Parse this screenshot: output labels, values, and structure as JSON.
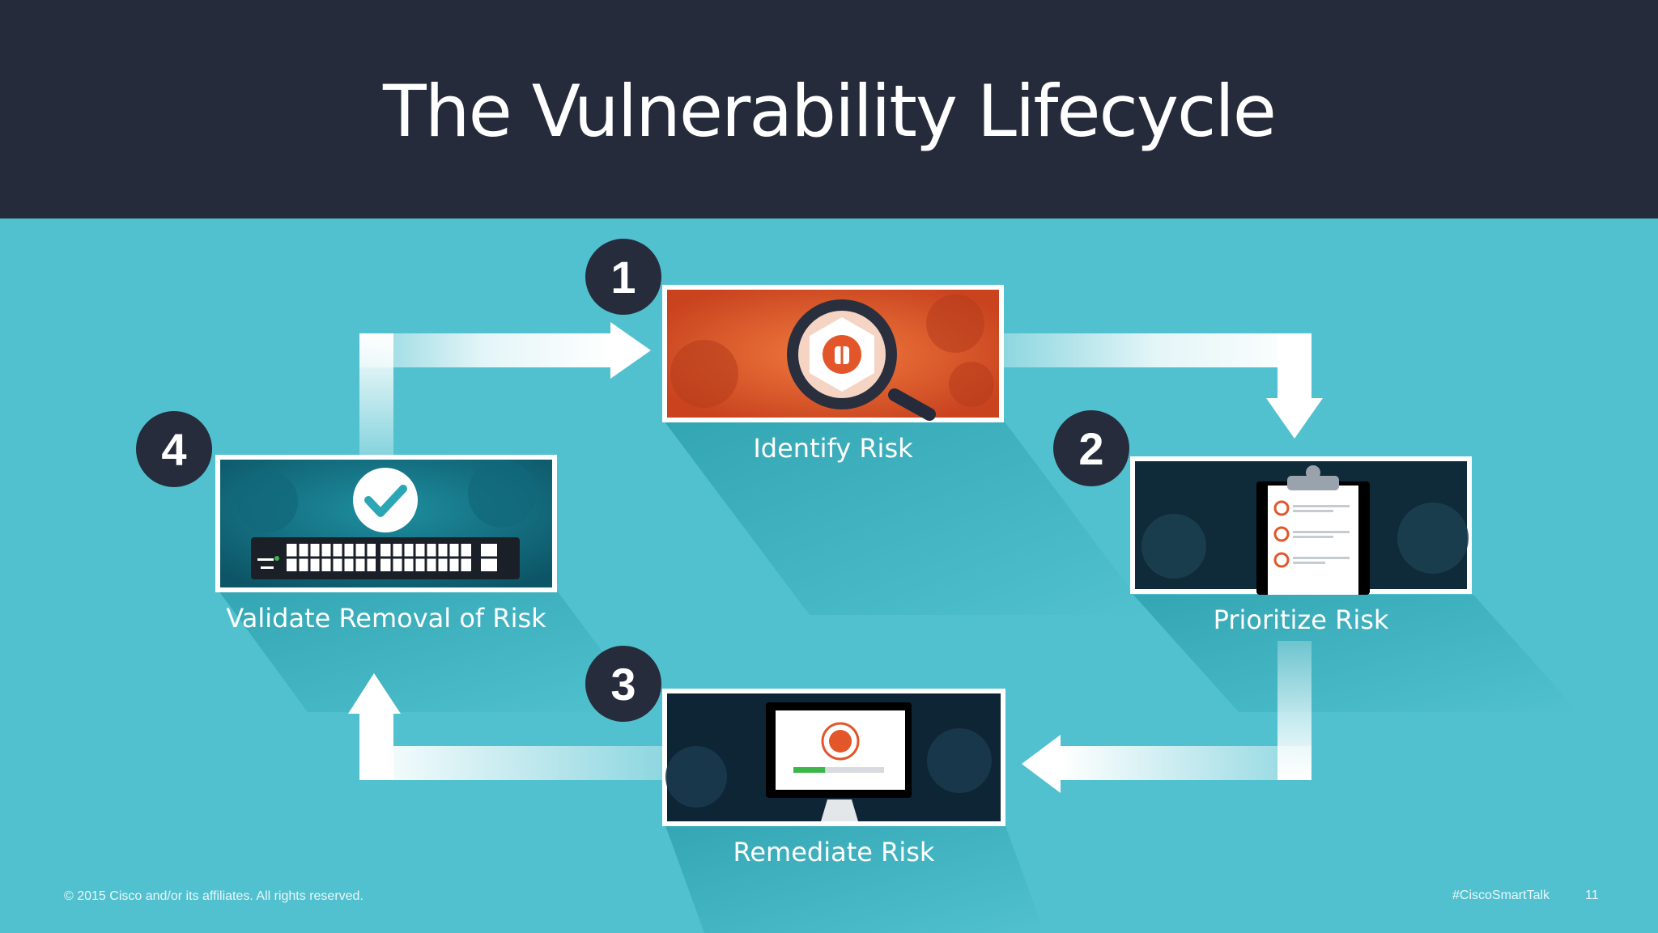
{
  "slide": {
    "title": "The Vulnerability Lifecycle"
  },
  "steps": [
    {
      "number": "1",
      "label": "Identify Risk",
      "icon": "magnifier-bug-icon"
    },
    {
      "number": "2",
      "label": "Prioritize Risk",
      "icon": "clipboard-checklist-icon"
    },
    {
      "number": "3",
      "label": "Remediate Risk",
      "icon": "monitor-bug-progress-icon"
    },
    {
      "number": "4",
      "label": "Validate Removal of Risk",
      "icon": "network-switch-check-icon"
    }
  ],
  "remediate_progress": 0.35,
  "footer": {
    "copyright": "© 2015  Cisco and/or its affiliates. All rights reserved.",
    "hashtag": "#CiscoSmartTalk",
    "page_number": "11"
  },
  "colors": {
    "header_bg": "#252b3a",
    "slide_bg": "#51c1cf",
    "badge": "#262c3b",
    "identify_panel": "#e05a2e",
    "dark_panel": "#0f2a38",
    "accent_orange": "#e2562a",
    "progress_green": "#3cb54a"
  }
}
